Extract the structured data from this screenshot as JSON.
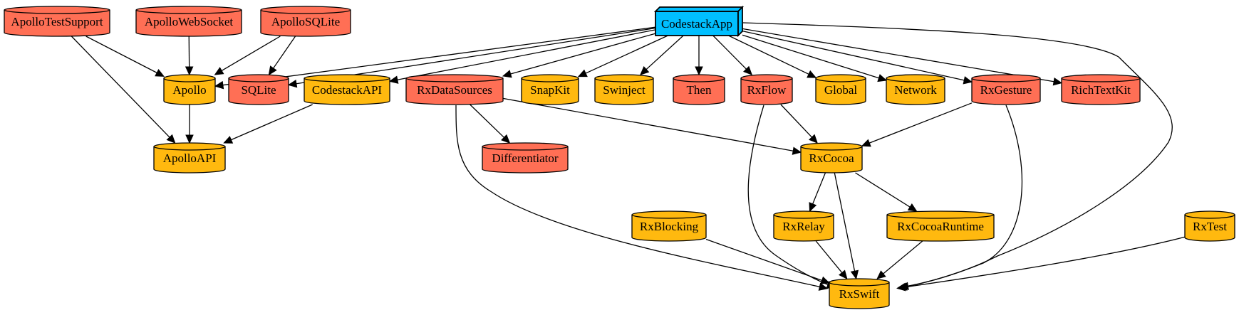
{
  "colors": {
    "app": "#00bfff",
    "red": "#ff6f55",
    "yellow": "#ffb90f",
    "stroke": "#000000"
  },
  "nodes": {
    "CodestackApp": {
      "label": "CodestackApp",
      "kind": "app"
    },
    "ApolloTestSupport": {
      "label": "ApolloTestSupport",
      "kind": "red"
    },
    "ApolloWebSocket": {
      "label": "ApolloWebSocket",
      "kind": "red"
    },
    "ApolloSQLite": {
      "label": "ApolloSQLite",
      "kind": "red"
    },
    "Apollo": {
      "label": "Apollo",
      "kind": "yellow"
    },
    "SQLite": {
      "label": "SQLite",
      "kind": "red"
    },
    "CodestackAPI": {
      "label": "CodestackAPI",
      "kind": "yellow"
    },
    "RxDataSources": {
      "label": "RxDataSources",
      "kind": "red"
    },
    "SnapKit": {
      "label": "SnapKit",
      "kind": "yellow"
    },
    "Swinject": {
      "label": "Swinject",
      "kind": "yellow"
    },
    "Then": {
      "label": "Then",
      "kind": "red"
    },
    "RxFlow": {
      "label": "RxFlow",
      "kind": "red"
    },
    "Global": {
      "label": "Global",
      "kind": "yellow"
    },
    "Network": {
      "label": "Network",
      "kind": "yellow"
    },
    "RxGesture": {
      "label": "RxGesture",
      "kind": "red"
    },
    "RichTextKit": {
      "label": "RichTextKit",
      "kind": "red"
    },
    "ApolloAPI": {
      "label": "ApolloAPI",
      "kind": "yellow"
    },
    "Differentiator": {
      "label": "Differentiator",
      "kind": "red"
    },
    "RxCocoa": {
      "label": "RxCocoa",
      "kind": "yellow"
    },
    "RxBlocking": {
      "label": "RxBlocking",
      "kind": "yellow"
    },
    "RxRelay": {
      "label": "RxRelay",
      "kind": "yellow"
    },
    "RxCocoaRuntime": {
      "label": "RxCocoaRuntime",
      "kind": "yellow"
    },
    "RxTest": {
      "label": "RxTest",
      "kind": "yellow"
    },
    "RxSwift": {
      "label": "RxSwift",
      "kind": "yellow"
    }
  },
  "edges": [
    [
      "ApolloTestSupport",
      "Apollo"
    ],
    [
      "ApolloTestSupport",
      "ApolloAPI"
    ],
    [
      "ApolloWebSocket",
      "Apollo"
    ],
    [
      "ApolloSQLite",
      "Apollo"
    ],
    [
      "ApolloSQLite",
      "SQLite"
    ],
    [
      "CodestackApp",
      "Apollo"
    ],
    [
      "CodestackApp",
      "SQLite"
    ],
    [
      "CodestackApp",
      "CodestackAPI"
    ],
    [
      "CodestackApp",
      "RxDataSources"
    ],
    [
      "CodestackApp",
      "SnapKit"
    ],
    [
      "CodestackApp",
      "Swinject"
    ],
    [
      "CodestackApp",
      "Then"
    ],
    [
      "CodestackApp",
      "RxFlow"
    ],
    [
      "CodestackApp",
      "Global"
    ],
    [
      "CodestackApp",
      "Network"
    ],
    [
      "CodestackApp",
      "RxGesture"
    ],
    [
      "CodestackApp",
      "RichTextKit"
    ],
    [
      "CodestackApp",
      "RxSwift"
    ],
    [
      "Apollo",
      "ApolloAPI"
    ],
    [
      "CodestackAPI",
      "ApolloAPI"
    ],
    [
      "RxDataSources",
      "Differentiator"
    ],
    [
      "RxDataSources",
      "RxCocoa"
    ],
    [
      "RxDataSources",
      "RxSwift"
    ],
    [
      "RxFlow",
      "RxCocoa"
    ],
    [
      "RxFlow",
      "RxSwift"
    ],
    [
      "RxGesture",
      "RxCocoa"
    ],
    [
      "RxGesture",
      "RxSwift"
    ],
    [
      "RxCocoa",
      "RxRelay"
    ],
    [
      "RxCocoa",
      "RxCocoaRuntime"
    ],
    [
      "RxCocoa",
      "RxSwift"
    ],
    [
      "RxBlocking",
      "RxSwift"
    ],
    [
      "RxRelay",
      "RxSwift"
    ],
    [
      "RxCocoaRuntime",
      "RxSwift"
    ],
    [
      "RxTest",
      "RxSwift"
    ]
  ]
}
